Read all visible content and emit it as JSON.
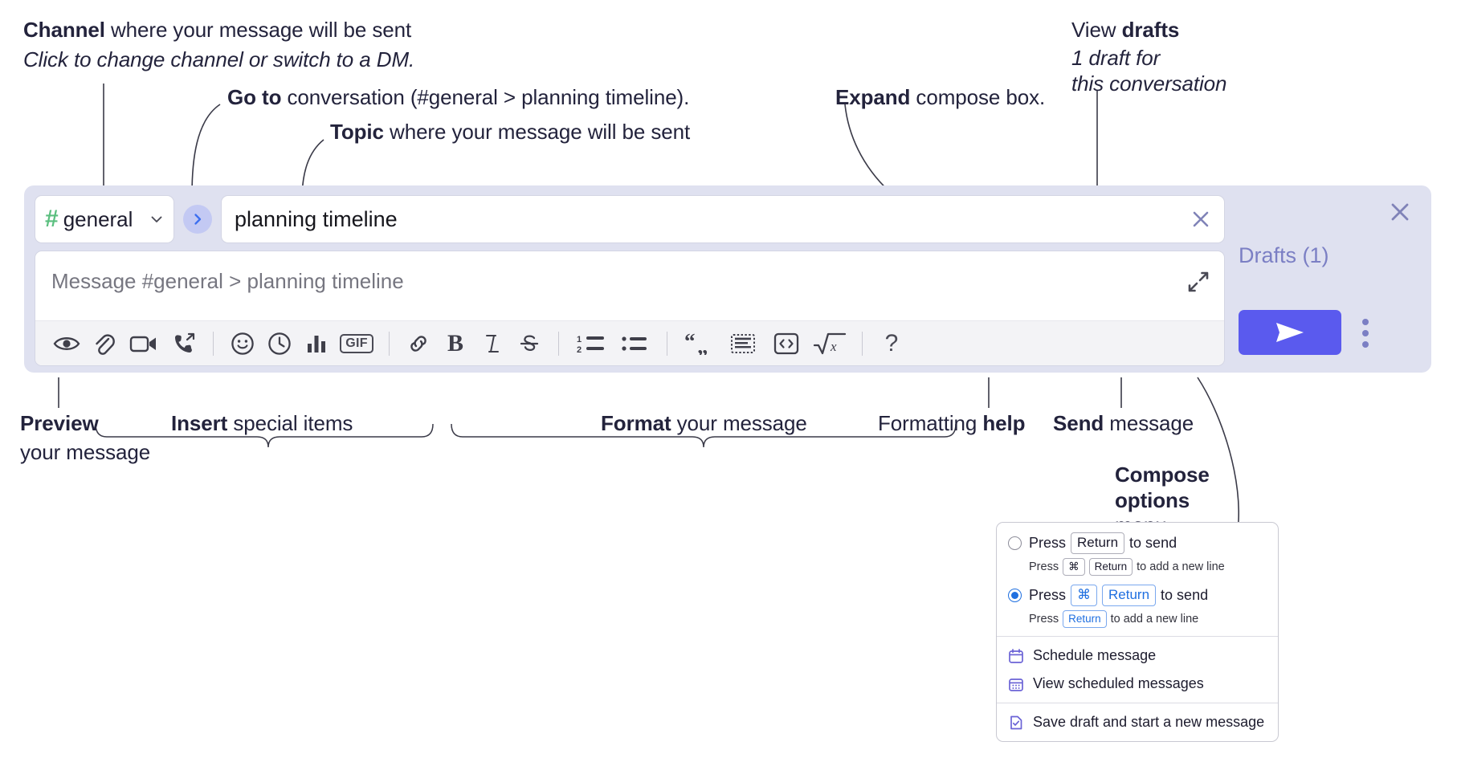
{
  "annotations": {
    "channel": {
      "bold": "Channel",
      "rest": " where your message will be sent",
      "italic": "Click to change channel or switch to a DM."
    },
    "goto": {
      "bold": "Go to",
      "rest": " conversation (#general > planning timeline)."
    },
    "topic": {
      "bold": "Topic",
      "rest": " where your message will be sent"
    },
    "expand": {
      "bold": "Expand",
      "rest": " compose box."
    },
    "drafts": {
      "prefix": "View ",
      "bold": "drafts",
      "italic1": "1 draft for",
      "italic2": "this conversation"
    },
    "preview": {
      "bold": "Preview",
      "rest": "your message"
    },
    "insert": {
      "bold": "Insert",
      "rest": " special items"
    },
    "format": {
      "bold": "Format",
      "rest": " your message"
    },
    "formatting_help": {
      "prefix": "Formatting ",
      "bold": "help"
    },
    "send": {
      "bold": "Send",
      "rest": " message"
    },
    "compose_options": {
      "bold1": "Compose",
      "bold2": "options",
      "rest": "menu"
    }
  },
  "composer": {
    "channel_name": "general",
    "hash_symbol": "#",
    "topic_value": "planning timeline",
    "message_placeholder": "Message #general > planning timeline",
    "drafts_label": "Drafts (1)",
    "toolbar": {
      "insert_group": [
        {
          "name": "preview-icon",
          "label": "Preview"
        },
        {
          "name": "attachment-icon",
          "label": "Attach file"
        },
        {
          "name": "video-icon",
          "label": "Record video clip"
        },
        {
          "name": "audio-call-icon",
          "label": "Record audio clip"
        }
      ],
      "special_group": [
        {
          "name": "emoji-icon",
          "label": "Emoji"
        },
        {
          "name": "clock-icon",
          "label": "Reminder"
        },
        {
          "name": "poll-icon",
          "label": "Poll"
        },
        {
          "name": "gif-icon",
          "label": "GIF"
        }
      ],
      "format_group": [
        {
          "name": "link-icon",
          "label": "Link"
        },
        {
          "name": "bold-icon",
          "label": "B"
        },
        {
          "name": "italic-icon",
          "label": "I"
        },
        {
          "name": "strikethrough-icon",
          "label": "Strikethrough"
        },
        {
          "name": "ordered-list-icon",
          "label": "Ordered list"
        },
        {
          "name": "bullet-list-icon",
          "label": "Bulleted list"
        },
        {
          "name": "blockquote-icon",
          "label": "Blockquote"
        },
        {
          "name": "code-block-icon",
          "label": "Code block"
        },
        {
          "name": "code-icon",
          "label": "Code"
        },
        {
          "name": "math-icon",
          "label": "Math"
        }
      ],
      "help_label": "?"
    }
  },
  "menu": {
    "options": [
      {
        "selected": false,
        "main_prefix": "Press",
        "main_key": "Return",
        "main_suffix": "to send",
        "sub_prefix": "Press",
        "sub_key1": "⌘",
        "sub_key2": "Return",
        "sub_suffix": "to add a new line"
      },
      {
        "selected": true,
        "main_prefix": "Press",
        "main_key1": "⌘",
        "main_key2": "Return",
        "main_suffix": "to send",
        "sub_prefix": "Press",
        "sub_key": "Return",
        "sub_suffix": "to add a new line"
      }
    ],
    "items": [
      {
        "icon": "calendar-icon",
        "label": "Schedule message"
      },
      {
        "icon": "calendar-grid-icon",
        "label": "View scheduled messages"
      },
      {
        "icon": "save-draft-icon",
        "label": "Save draft and start a new message"
      }
    ]
  },
  "colors": {
    "panel_bg": "#dfe1f0",
    "send_button": "#5a5aee",
    "hash_green": "#5bbf7f",
    "goto_blue": "#3d6ff0",
    "drafts_text": "#7b7fc4",
    "radio_blue": "#1f6fe0"
  }
}
